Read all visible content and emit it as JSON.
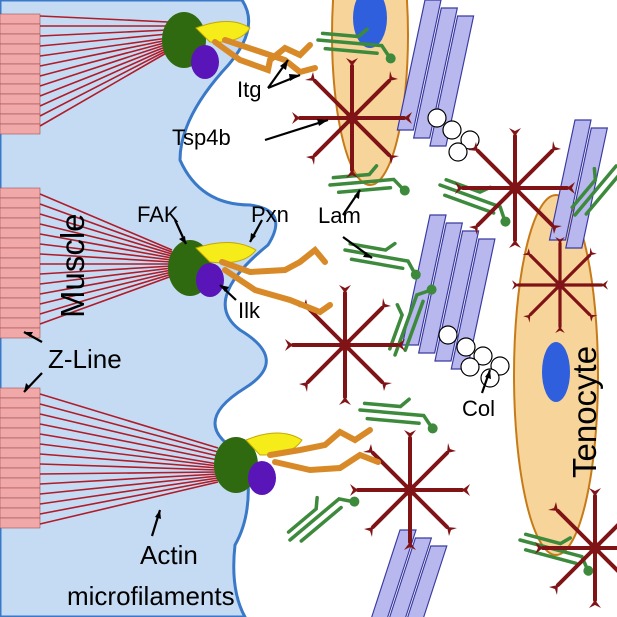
{
  "labels": {
    "muscle": "Muscle",
    "tenocyte": "Tenocyte",
    "z_line": "Z-Line",
    "actin_line1": "Actin",
    "actin_line2": "microfilaments",
    "itg": "Itg",
    "tsp4b": "Tsp4b",
    "fak": "FAK",
    "pxn": "Pxn",
    "ilk": "Ilk",
    "lam": "Lam",
    "col": "Col"
  },
  "colors": {
    "muscle_fill": "#c5dbf4",
    "membrane": "#3a78c8",
    "sarcomere": "#f0a8a8",
    "actin": "#b01c28",
    "fak": "#2f6a10",
    "pxn": "#f5ec1a",
    "ilk": "#5a15b8",
    "integrin": "#d98a28",
    "tsp4b": "#7f1316",
    "laminin": "#3d8a3d",
    "collagen": "#b8b8ee",
    "tenocyte": "#f7d49a",
    "nucleus": "#2f5fdc"
  }
}
